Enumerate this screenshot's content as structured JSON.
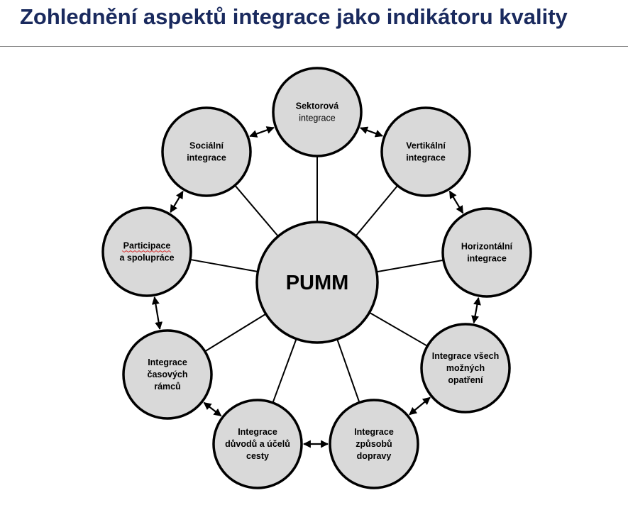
{
  "header": {
    "title": "Zohlednění aspektů integrace jako indikátoru kvality"
  },
  "colors": {
    "title": "#1a2a5e",
    "node_fill": "#d9d9d9",
    "outline": "#000000",
    "spell_underline": "#d93c3c"
  },
  "diagram": {
    "hub": {
      "label": "PUMM"
    },
    "nodes": [
      {
        "id": "sektorova",
        "lines": [
          "Sektorová",
          "integrace"
        ],
        "plain_lines": [
          1
        ]
      },
      {
        "id": "vertikalni",
        "lines": [
          "Vertikální",
          "integrace"
        ]
      },
      {
        "id": "horizontalni",
        "lines": [
          "Horizontální",
          "integrace"
        ]
      },
      {
        "id": "opatreni",
        "lines": [
          "Integrace všech",
          "možných",
          "opatření"
        ]
      },
      {
        "id": "zpusobu",
        "lines": [
          "Integrace",
          "způsobů",
          "dopravy"
        ]
      },
      {
        "id": "duvodu",
        "lines": [
          "Integrace",
          "důvodů a účelů",
          "cesty"
        ]
      },
      {
        "id": "casovych",
        "lines": [
          "Integrace",
          "časových",
          "rámců"
        ]
      },
      {
        "id": "participace",
        "lines": [
          "Participace",
          "a spolupráce"
        ],
        "spell_flag": true
      },
      {
        "id": "socialni",
        "lines": [
          "Sociální",
          "integrace"
        ]
      }
    ]
  }
}
